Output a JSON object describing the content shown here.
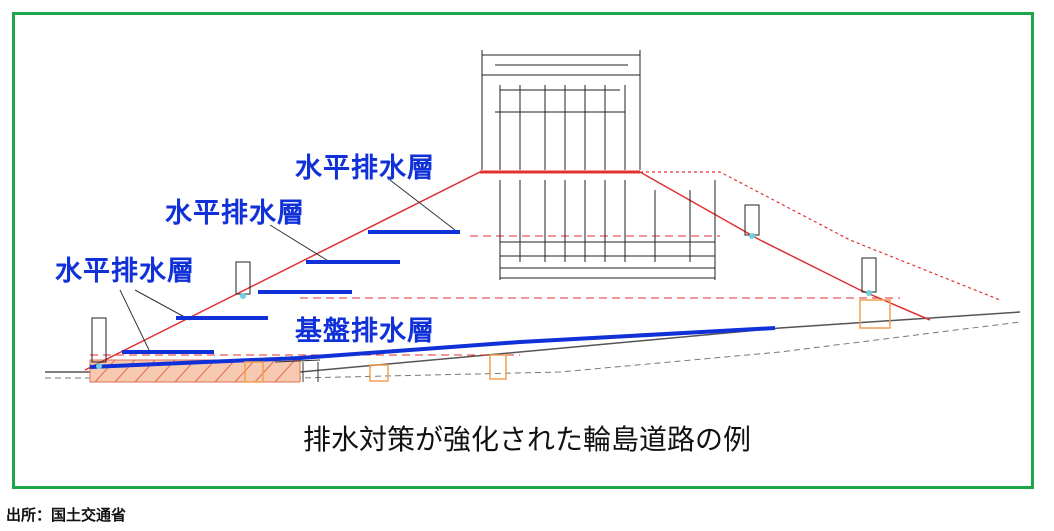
{
  "labels": {
    "horizontal_drainage_layer": "水平排水層",
    "base_drainage_layer": "基盤排水層"
  },
  "caption": "排水対策が強化された輪島道路の例",
  "source": "出所：国土交通省",
  "colors": {
    "frame_border": "#1fa64a",
    "drainage_blue": "#1030d8",
    "embankment_red": "#e03030",
    "fill_orange": "#f0a050"
  }
}
